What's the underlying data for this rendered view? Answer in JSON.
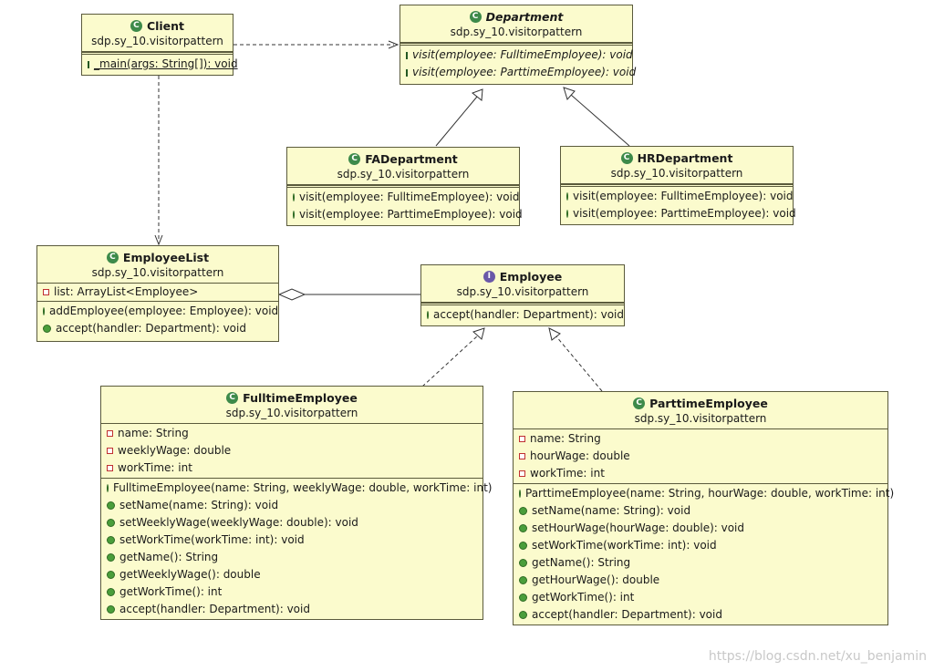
{
  "classes": {
    "client": {
      "name": "Client",
      "package": "sdp.sy_10.visitorpattern",
      "methods": [
        "_main(args: String[]): void"
      ]
    },
    "department": {
      "name": "Department",
      "package": "sdp.sy_10.visitorpattern",
      "methods": [
        "visit(employee: FulltimeEmployee): void",
        "visit(employee: ParttimeEmployee): void"
      ]
    },
    "fa_department": {
      "name": "FADepartment",
      "package": "sdp.sy_10.visitorpattern",
      "methods": [
        "visit(employee: FulltimeEmployee): void",
        "visit(employee: ParttimeEmployee): void"
      ]
    },
    "hr_department": {
      "name": "HRDepartment",
      "package": "sdp.sy_10.visitorpattern",
      "methods": [
        "visit(employee: FulltimeEmployee): void",
        "visit(employee: ParttimeEmployee): void"
      ]
    },
    "employee_list": {
      "name": "EmployeeList",
      "package": "sdp.sy_10.visitorpattern",
      "fields": [
        "list: ArrayList<Employee>"
      ],
      "methods": [
        "addEmployee(employee: Employee): void",
        "accept(handler: Department): void"
      ]
    },
    "employee": {
      "name": "Employee",
      "package": "sdp.sy_10.visitorpattern",
      "methods": [
        "accept(handler: Department): void"
      ]
    },
    "fulltime_employee": {
      "name": "FulltimeEmployee",
      "package": "sdp.sy_10.visitorpattern",
      "fields": [
        "name: String",
        "weeklyWage: double",
        "workTime: int"
      ],
      "methods": [
        "FulltimeEmployee(name: String, weeklyWage: double, workTime: int)",
        "setName(name: String): void",
        "setWeeklyWage(weeklyWage: double): void",
        "setWorkTime(workTime: int): void",
        "getName(): String",
        "getWeeklyWage(): double",
        "getWorkTime(): int",
        "accept(handler: Department): void"
      ]
    },
    "parttime_employee": {
      "name": "ParttimeEmployee",
      "package": "sdp.sy_10.visitorpattern",
      "fields": [
        "name: String",
        "hourWage: double",
        "workTime: int"
      ],
      "methods": [
        "ParttimeEmployee(name: String, hourWage: double, workTime: int)",
        "setName(name: String): void",
        "setHourWage(hourWage: double): void",
        "setWorkTime(workTime: int): void",
        "getName(): String",
        "getHourWage(): double",
        "getWorkTime(): int",
        "accept(handler: Department): void"
      ]
    }
  },
  "watermark": "https://blog.csdn.net/xu_benjamin",
  "icons": {
    "class": "class-icon",
    "interface": "interface-icon"
  },
  "colors": {
    "box_fill": "#fbfbcd",
    "box_border": "#5a5a3c",
    "class_icon": "#3d8a4a",
    "interface_icon": "#6a58a8"
  }
}
